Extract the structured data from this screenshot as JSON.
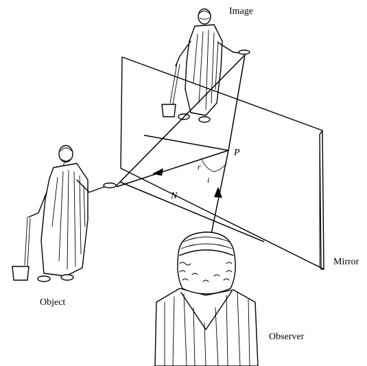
{
  "labels": {
    "image": "Image",
    "object": "Object",
    "mirror": "Mirror",
    "observer": "Observer",
    "point_p": "P",
    "point_n": "N",
    "angle_r": "r",
    "angle_i": "i"
  },
  "colors": {
    "ink": "#000000",
    "background": "#ffffff"
  }
}
